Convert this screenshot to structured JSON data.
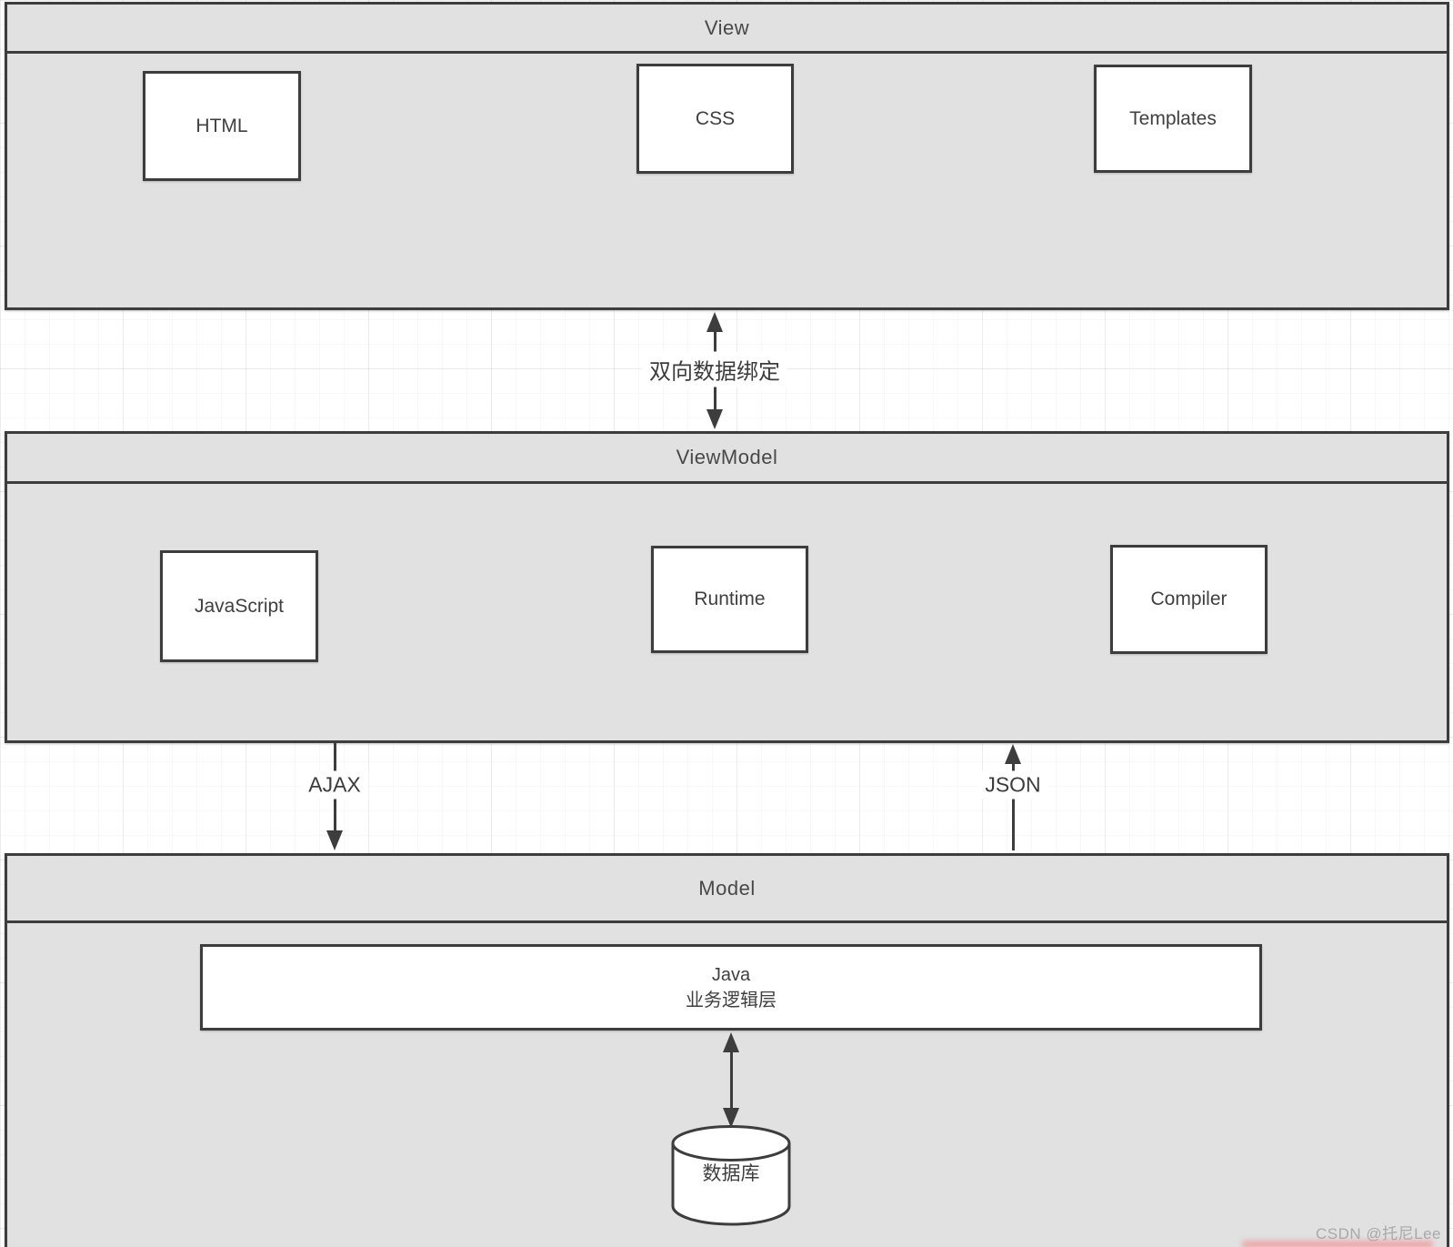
{
  "sections": {
    "view": {
      "title": "View",
      "boxes": [
        {
          "label": "HTML"
        },
        {
          "label": "CSS"
        },
        {
          "label": "Templates"
        }
      ]
    },
    "viewmodel": {
      "title": "ViewModel",
      "boxes": [
        {
          "label": "JavaScript"
        },
        {
          "label": "Runtime"
        },
        {
          "label": "Compiler"
        }
      ]
    },
    "model": {
      "title": "Model",
      "java_box": {
        "line1": "Java",
        "line2": "业务逻辑层"
      },
      "database_label": "数据库"
    }
  },
  "connectors": {
    "two_way_binding": "双向数据绑定",
    "ajax": "AJAX",
    "json": "JSON"
  },
  "watermark": "CSDN @托尼Lee",
  "colors": {
    "panel_fill": "#e1e1e1",
    "stroke": "#3d3d3d",
    "node_fill": "#ffffff",
    "text": "#3f3f3f",
    "watermark_text": "#a9a9a9"
  }
}
